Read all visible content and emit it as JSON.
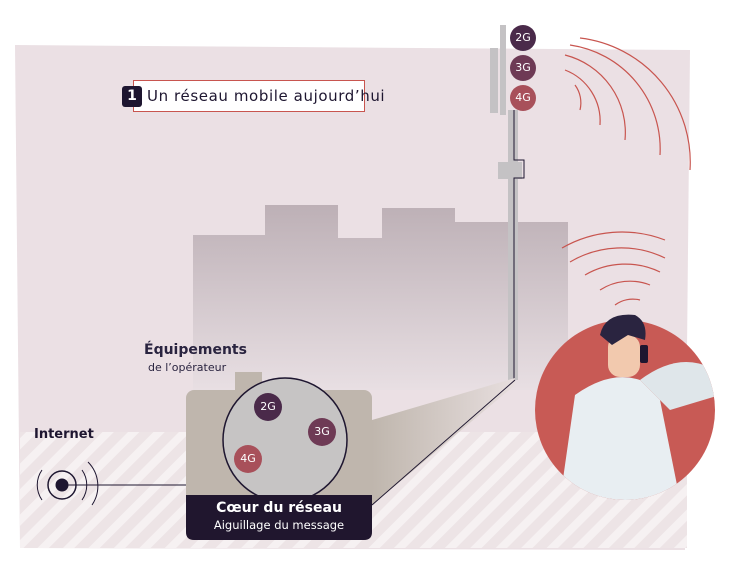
{
  "title": {
    "number": "1",
    "text": "Un réseau mobile aujourd’hui"
  },
  "operator": {
    "title": "Équipements",
    "subtitle": "de l’opérateur"
  },
  "internet_label": "Internet",
  "core": {
    "title": "Cœur du réseau",
    "subtitle": "Aiguillage du message"
  },
  "tower_badges": [
    "2G",
    "3G",
    "4G"
  ],
  "core_badges": [
    "2G",
    "3G",
    "4G"
  ],
  "colors": {
    "2G": "#4a2a4a",
    "3G": "#6e3a55",
    "4G": "#a8505a",
    "accent": "#c85a55",
    "dark": "#1e1630"
  }
}
